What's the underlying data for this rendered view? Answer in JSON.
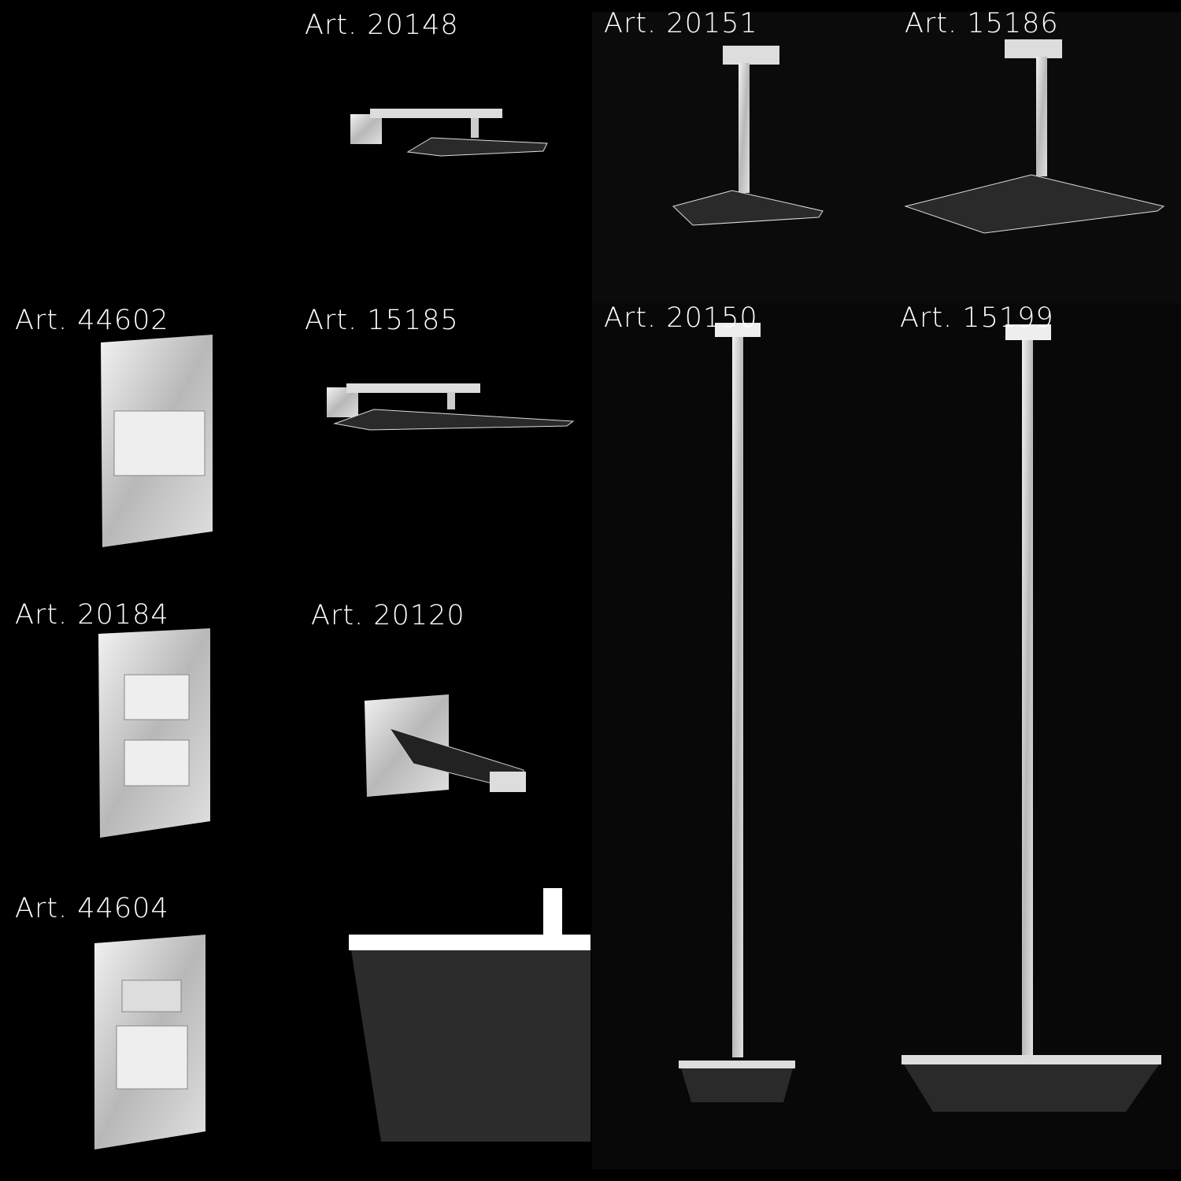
{
  "products": [
    {
      "label": "Art. 20148"
    },
    {
      "label": "Art. 20151"
    },
    {
      "label": "Art. 15186"
    },
    {
      "label": "Art. 44602"
    },
    {
      "label": "Art. 15185"
    },
    {
      "label": "Art. 20150"
    },
    {
      "label": "Art. 15199"
    },
    {
      "label": "Art. 20184"
    },
    {
      "label": "Art. 20120"
    },
    {
      "label": "Art. 44604"
    }
  ],
  "colors": {
    "background": "#000000",
    "panel": "#0b0b0b",
    "chrome": "#e6e6e6",
    "shower_head": "#2a2a2a"
  }
}
